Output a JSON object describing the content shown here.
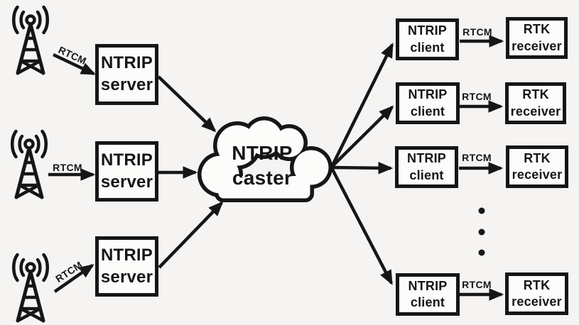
{
  "colors": {
    "background": "#f5f4f2",
    "ink": "#161616",
    "box_fill": "#fcfcfb"
  },
  "cloud": {
    "line1": "NTRIP",
    "line2": "caster"
  },
  "servers": [
    {
      "line1": "NTRIP",
      "line2": "server"
    },
    {
      "line1": "NTRIP",
      "line2": "server"
    },
    {
      "line1": "NTRIP",
      "line2": "server"
    }
  ],
  "clients": [
    {
      "line1": "NTRIP",
      "line2": "client"
    },
    {
      "line1": "NTRIP",
      "line2": "client"
    },
    {
      "line1": "NTRIP",
      "line2": "client"
    },
    {
      "line1": "NTRIP",
      "line2": "client"
    }
  ],
  "receivers": [
    {
      "line1": "RTK",
      "line2": "receiver"
    },
    {
      "line1": "RTK",
      "line2": "receiver"
    },
    {
      "line1": "RTK",
      "line2": "receiver"
    },
    {
      "line1": "RTK",
      "line2": "receiver"
    }
  ],
  "rtcm": {
    "left": [
      "RTCM",
      "RTCM",
      "RTCM"
    ],
    "right": [
      "RTCM",
      "RTCM",
      "RTCM",
      "RTCM"
    ]
  },
  "icons": {
    "base_station": "antenna-tower-icon"
  },
  "ellipsis": {
    "dot_count": 3
  }
}
